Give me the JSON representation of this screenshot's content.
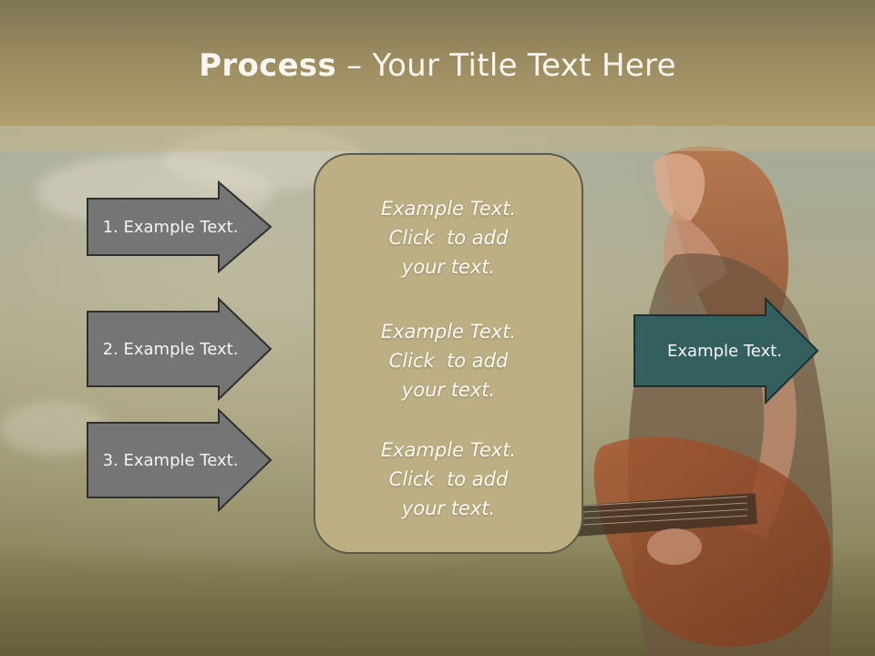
{
  "title": {
    "bold": "Process",
    "rest": " – Your Title Text Here"
  },
  "left_arrows": [
    {
      "label": "1. Example Text."
    },
    {
      "label": "2. Example Text."
    },
    {
      "label": "3. Example Text."
    }
  ],
  "center_box": {
    "blocks": [
      {
        "lines": [
          "Example Text.",
          "Click  to add",
          "your text."
        ]
      },
      {
        "lines": [
          "Example Text.",
          "Click  to add",
          "your text."
        ]
      },
      {
        "lines": [
          "Example Text.",
          "Click  to add",
          "your text."
        ]
      }
    ]
  },
  "right_arrow": {
    "label": "Example Text."
  },
  "colors": {
    "header": "#9a8b60",
    "left_arrow_fill": "#757575",
    "center_box_fill": "#bdaf84",
    "right_arrow_fill": "#335f5e"
  },
  "background": {
    "description_icon": "guitarist-photo"
  }
}
